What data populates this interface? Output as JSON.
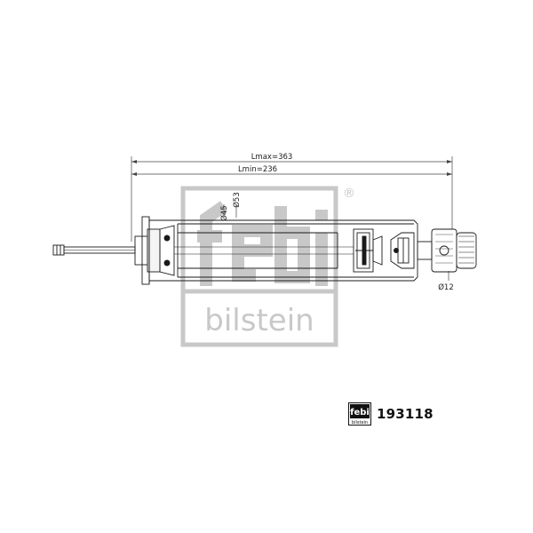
{
  "drawing": {
    "dim_lmax": "Lmax=363",
    "dim_lmin": "Lmin=236",
    "dim_d45": "Ø45",
    "dim_d53": "Ø53",
    "dim_d12": "Ø12"
  },
  "watermark": {
    "brand_top": "febi",
    "brand_bottom": "bilstein",
    "registered": "®",
    "color": "#c8c8c8"
  },
  "badge": {
    "logo_top": "febi",
    "logo_bottom": "bilstein",
    "part_number": "193118"
  }
}
